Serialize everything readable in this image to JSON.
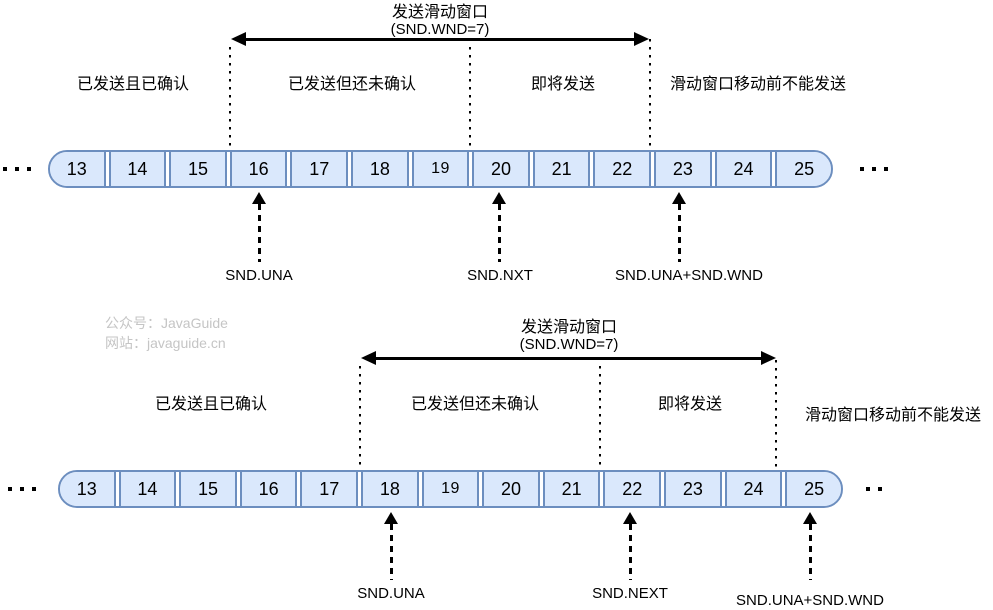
{
  "colors": {
    "cell_fill": "#dae8fc",
    "cell_border": "#6c8ebf",
    "watermark_gray": "#c5c5c5",
    "line_black": "#000000"
  },
  "watermark": {
    "line1": "公众号：JavaGuide",
    "line2": "网站：javaguide.cn"
  },
  "diagrams": [
    {
      "title": "发送滑动窗口",
      "subtitle": "(SND.WND=7)",
      "regions": {
        "acked": "已发送且已确认",
        "sent_unacked": "已发送但还未确认",
        "to_send": "即将发送",
        "cannot_send": "滑动窗口移动前不能发送"
      },
      "cells": [
        "13",
        "14",
        "15",
        "16",
        "17",
        "18",
        "19",
        "20",
        "21",
        "22",
        "23",
        "24",
        "25"
      ],
      "pointers": {
        "una": "SND.UNA",
        "nxt": "SND.NXT",
        "wnd_edge": "SND.UNA+SND.WND"
      },
      "ellipsis_left_dots": 3,
      "ellipsis_right_dots": 3
    },
    {
      "title": "发送滑动窗口",
      "subtitle": "(SND.WND=7)",
      "regions": {
        "acked": "已发送且已确认",
        "sent_unacked": "已发送但还未确认",
        "to_send": "即将发送",
        "cannot_send": "滑动窗口移动前不能发送"
      },
      "cells": [
        "13",
        "14",
        "15",
        "16",
        "17",
        "18",
        "19",
        "20",
        "21",
        "22",
        "23",
        "24",
        "25"
      ],
      "pointers": {
        "una": "SND.UNA",
        "nxt": "SND.NEXT",
        "wnd_edge": "SND.UNA+SND.WND"
      },
      "ellipsis_left_dots": 3,
      "ellipsis_right_dots": 2
    }
  ]
}
